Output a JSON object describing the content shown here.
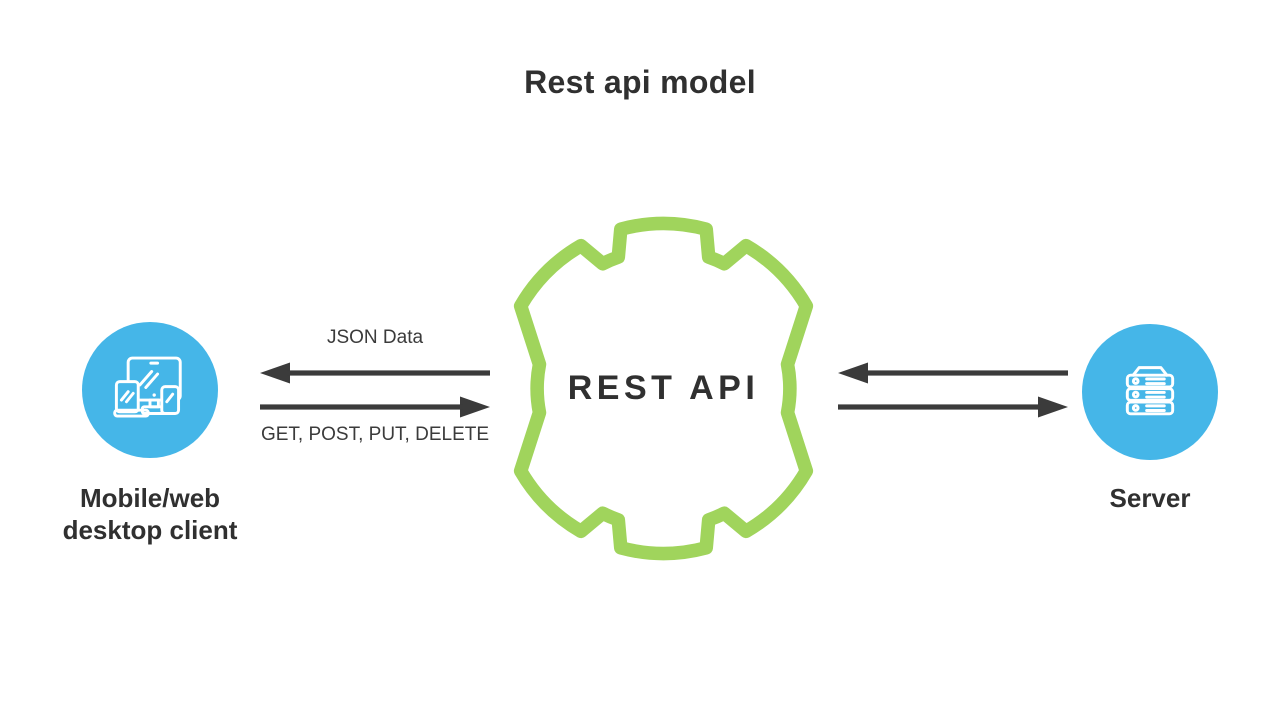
{
  "title": "Rest api model",
  "colors": {
    "blue": "#45B6E8",
    "green": "#A0D45C",
    "dark": "#3B3B3B",
    "text": "#303030"
  },
  "gear": {
    "label": "REST API",
    "icon": "gear-icon"
  },
  "client": {
    "line1": "Mobile/web",
    "line2": "desktop client",
    "icon": "devices-icon"
  },
  "server": {
    "label": "Server",
    "icon": "server-stack-icon"
  },
  "flows": {
    "client_response_label": "JSON Data",
    "client_request_label": "GET, POST, PUT, DELETE"
  }
}
